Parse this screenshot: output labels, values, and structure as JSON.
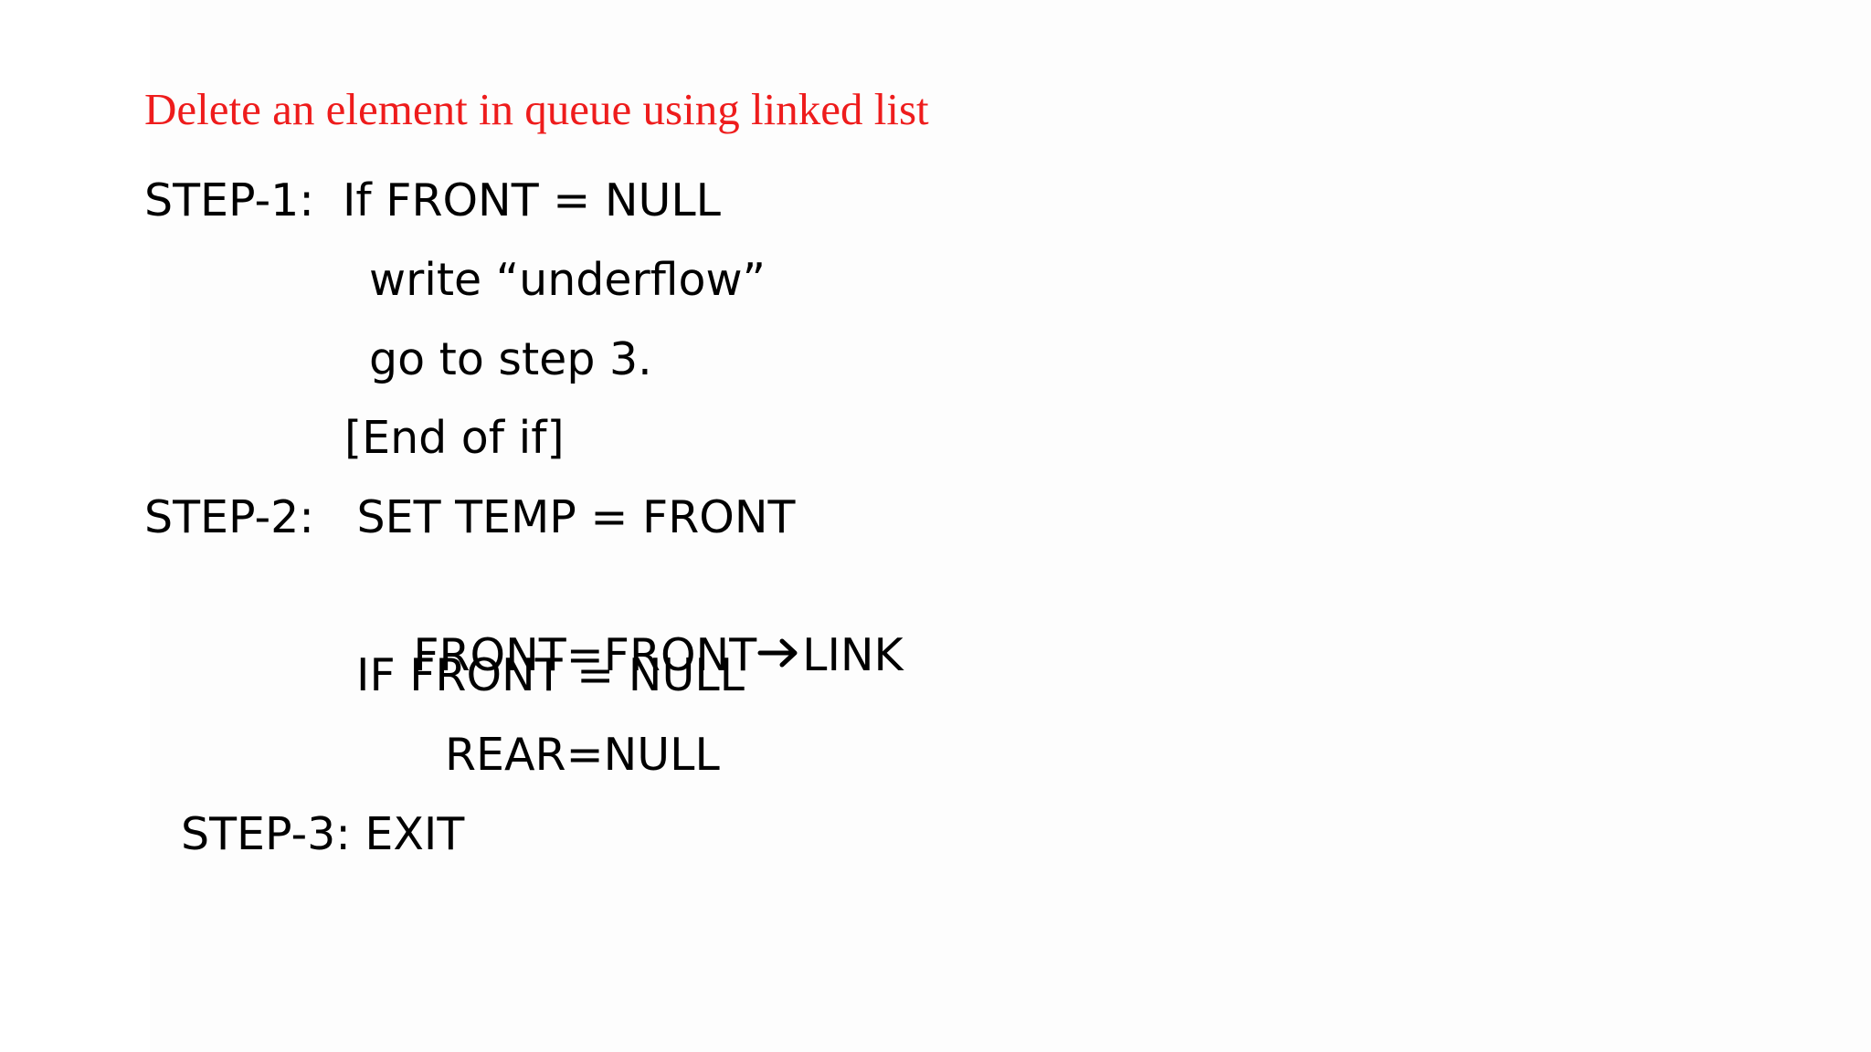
{
  "colors": {
    "title": "#ee1c1c",
    "text": "#000000",
    "background": "#ffffff"
  },
  "slide": {
    "title": "Delete an element in queue using linked list",
    "lines": [
      "STEP-1:  If FRONT = NULL",
      "write “underflow”",
      "go to step 3.",
      "[End of if]",
      "STEP-2:   SET TEMP = FRONT",
      "FRONT=FRONT",
      "LINK",
      "IF FRONT = NULL",
      "REAR=NULL",
      "STEP-3: EXIT"
    ]
  }
}
